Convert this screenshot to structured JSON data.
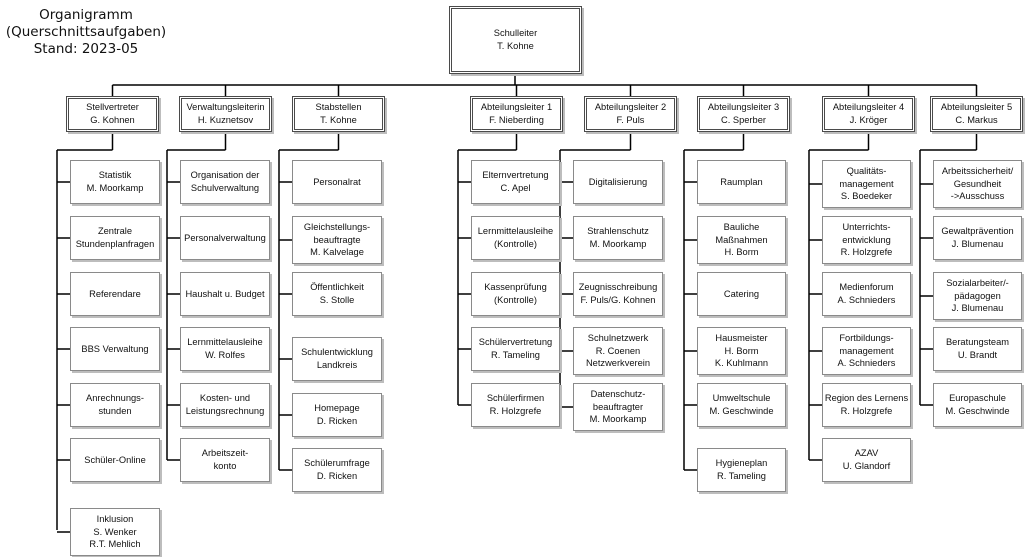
{
  "caption": {
    "title": "Organigramm",
    "subtitle": "(Querschnittsaufgaben)",
    "stand": "Stand: 2023-05"
  },
  "root": [
    "Schulleiter",
    "T. Kohne"
  ],
  "columns": [
    {
      "id": "stellvertreter",
      "head": [
        "Stellvertreter",
        "G. Kohnen"
      ],
      "items": [
        [
          "Statistik",
          "M. Moorkamp"
        ],
        [
          "Zentrale",
          "Stundenplanfragen"
        ],
        [
          "Referendare"
        ],
        [
          "BBS Verwaltung"
        ],
        [
          "Anrechnungs-",
          "stunden"
        ],
        [
          "Schüler-Online"
        ],
        [
          "Inklusion",
          "S. Wenker",
          "R.T. Mehlich"
        ]
      ]
    },
    {
      "id": "verwaltungsleiterin",
      "head": [
        "Verwaltungsleiterin",
        "H. Kuznetsov"
      ],
      "items": [
        [
          "Organisation der",
          "Schulverwaltung"
        ],
        [
          "Personalverwaltung"
        ],
        [
          "Haushalt u. Budget"
        ],
        [
          "Lernmittelausleihe",
          "W. Rolfes"
        ],
        [
          "Kosten- und",
          "Leistungsrechnung"
        ],
        [
          "Arbeitszeit-",
          "konto"
        ]
      ]
    },
    {
      "id": "stabstellen",
      "head": [
        "Stabstellen",
        "T. Kohne"
      ],
      "items": [
        [
          "Personalrat"
        ],
        [
          "Gleichstellungs-",
          "beauftragte",
          "M. Kalvelage"
        ],
        [
          "Öffentlichkeit",
          "S. Stolle"
        ],
        [
          "Schulentwicklung",
          "Landkreis"
        ],
        [
          "Homepage",
          "D. Ricken"
        ],
        [
          "Schülerumfrage",
          "D. Ricken"
        ]
      ]
    },
    {
      "id": "abteilungsleiter-1",
      "head": [
        "Abteilungsleiter 1",
        "F. Nieberding"
      ],
      "items": [
        [
          "Elternvertretung",
          "C. Apel"
        ],
        [
          "Lernmittelausleihe",
          "(Kontrolle)"
        ],
        [
          "Kassenprüfung",
          "(Kontrolle)"
        ],
        [
          "Schülervertretung",
          "R. Tameling"
        ],
        [
          "Schülerfirmen",
          "R. Holzgrefe"
        ]
      ]
    },
    {
      "id": "abteilungsleiter-2",
      "head": [
        "Abteilungsleiter 2",
        "F. Puls"
      ],
      "items": [
        [
          "Digitalisierung"
        ],
        [
          "Strahlenschutz",
          "M. Moorkamp"
        ],
        [
          "Zeugnisschreibung",
          "F. Puls/G. Kohnen"
        ],
        [
          "Schulnetzwerk",
          "R. Coenen",
          "Netzwerkverein"
        ],
        [
          "Datenschutz-",
          "beauftragter",
          "M. Moorkamp"
        ]
      ]
    },
    {
      "id": "abteilungsleiter-3",
      "head": [
        "Abteilungsleiter 3",
        "C. Sperber"
      ],
      "items": [
        [
          "Raumplan"
        ],
        [
          "Bauliche",
          "Maßnahmen",
          "H. Borm"
        ],
        [
          "Catering"
        ],
        [
          "Hausmeister",
          "H. Borm",
          "K. Kuhlmann"
        ],
        [
          "Umweltschule",
          "M. Geschwinde"
        ],
        [
          "Hygieneplan",
          "R. Tameling"
        ]
      ]
    },
    {
      "id": "abteilungsleiter-4",
      "head": [
        "Abteilungsleiter 4",
        "J. Kröger"
      ],
      "items": [
        [
          "Qualitäts-",
          "management",
          "S. Boedeker"
        ],
        [
          "Unterrichts-",
          "entwicklung",
          "R. Holzgrefe"
        ],
        [
          "Medienforum",
          "A. Schnieders"
        ],
        [
          "Fortbildungs-",
          "management",
          "A. Schnieders"
        ],
        [
          "Region des Lernens",
          "R. Holzgrefe"
        ],
        [
          "AZAV",
          "U. Glandorf"
        ]
      ]
    },
    {
      "id": "abteilungsleiter-5",
      "head": [
        "Abteilungsleiter 5",
        "C. Markus"
      ],
      "items": [
        [
          "Arbeitssicherheit/",
          "Gesundheit",
          "->Ausschuss"
        ],
        [
          "Gewaltprävention",
          "J. Blumenau"
        ],
        [
          "Sozialarbeiter/-",
          "pädagogen",
          "J. Blumenau"
        ],
        [
          "Beratungsteam",
          "U. Brandt"
        ],
        [
          "Europaschule",
          "M. Geschwinde"
        ]
      ]
    }
  ]
}
